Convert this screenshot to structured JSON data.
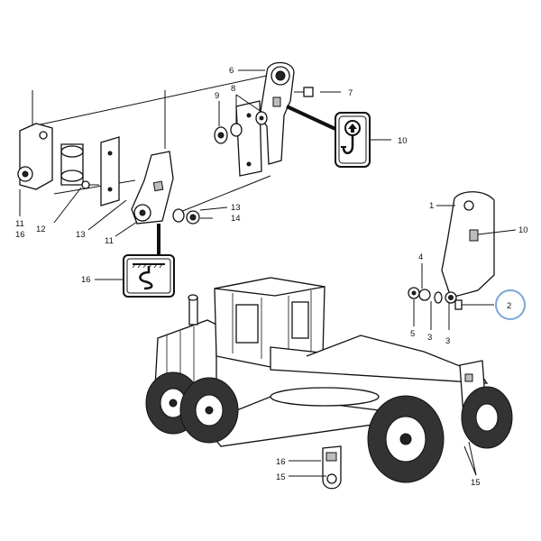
{
  "callouts": {
    "c6": "6",
    "c7": "7",
    "c8": "8",
    "c9": "9",
    "c10_top": "10",
    "c11_left": "11",
    "c16_left": "16",
    "c12": "12",
    "c13_left": "13",
    "c13_right": "13",
    "c14": "14",
    "c11_mid": "11",
    "c16_decal": "16",
    "c1": "1",
    "c10_right": "10",
    "c4": "4",
    "c5": "5",
    "c3_a": "3",
    "c3_b": "3",
    "c2": "2",
    "c15_right": "15",
    "c16_bottom": "16",
    "c15_bottom": "15"
  },
  "highlight": {
    "callout": "2",
    "ring_color": "#7aa7d6"
  },
  "colors": {
    "line": "#111111",
    "shade": "#bdbdbd",
    "background": "#ffffff"
  },
  "icons": [
    "lifting-hook-symbol",
    "tie-down-symbol"
  ]
}
